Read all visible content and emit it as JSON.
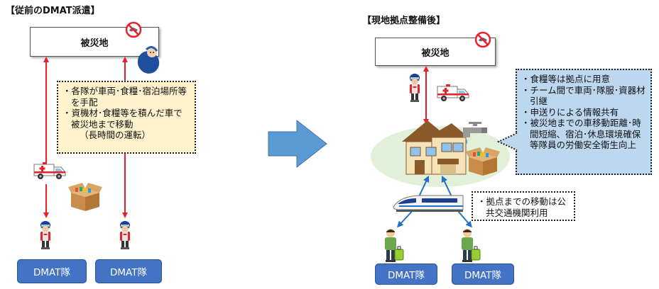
{
  "before": {
    "heading": "【従前のDMAT派遣】",
    "site_label": "被災地",
    "note_items": [
      "各隊が車両･食糧･宿泊場所等を手配",
      "資機材･食糧等を積んだ車で被災地まで移動"
    ],
    "note_sub": "（長時間の運転）",
    "teams": [
      "DMAT隊",
      "DMAT隊"
    ]
  },
  "after": {
    "heading": "【現地拠点整備後】",
    "site_label": "被災地",
    "note_items": [
      "食糧等は拠点に用意",
      "チーム間で車両･隊服･資器材引継",
      "申送りによる情報共有",
      "被災地までの車移動距離･時間短縮、宿泊･休息環境確保等隊員の労働安全衛生向上"
    ],
    "transport_note": "拠点までの移動は公共交通機関利用",
    "teams": [
      "DMAT隊",
      "DMAT隊"
    ]
  },
  "colors": {
    "arrow_red": "#e8202a",
    "arrow_blue": "#1e73c8",
    "big_arrow": "#5b9bd5",
    "team_box": "#4472c4",
    "note_yellow": "#fff2cc",
    "note_blue": "#bdd7ee",
    "hub_ellipse": "#e2efd9"
  },
  "icons": [
    "no-entry-icon",
    "baby-icon",
    "ambulance-icon",
    "cardboard-box-icon",
    "dmat-worker-icon",
    "house-icon",
    "faucet-icon",
    "bullet-train-icon",
    "traveler-icon"
  ]
}
